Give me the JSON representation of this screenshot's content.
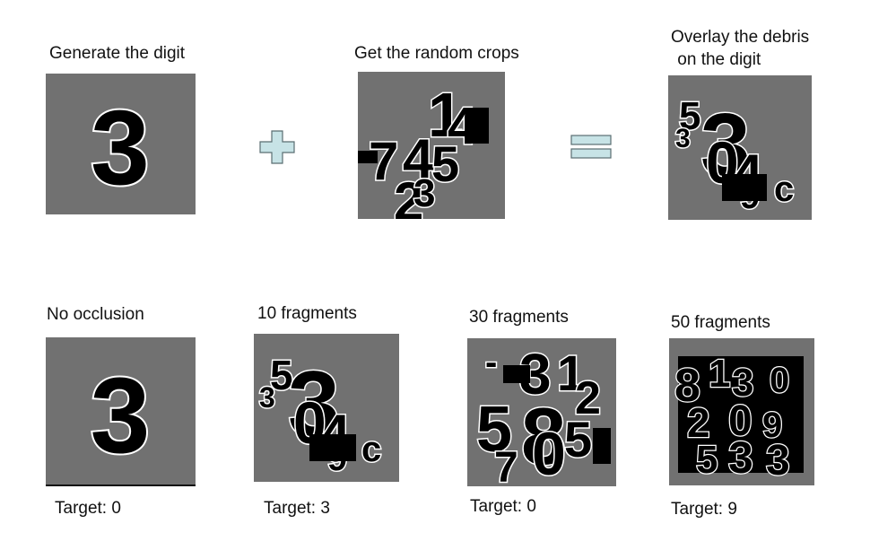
{
  "top_row": {
    "step1_label": "Generate the digit",
    "step2_label": "Get the random crops",
    "step3_label_line1": "Overlay the debris",
    "step3_label_line2": " on the digit",
    "plus_symbol": "plus",
    "equals_symbol": "equals",
    "digit": "3"
  },
  "bottom_row": [
    {
      "title": "No occlusion",
      "target": "Target: 0"
    },
    {
      "title": "10 fragments",
      "target": "Target: 3"
    },
    {
      "title": "30 fragments",
      "target": "Target: 0"
    },
    {
      "title": "50 fragments",
      "target": "Target: 9"
    }
  ],
  "colors": {
    "tile_background": "#717171",
    "glyph_fill": "#000000",
    "glyph_outline": "#ffffff",
    "operator_fill": "#c7e3e6",
    "operator_stroke": "#5a6e72"
  }
}
